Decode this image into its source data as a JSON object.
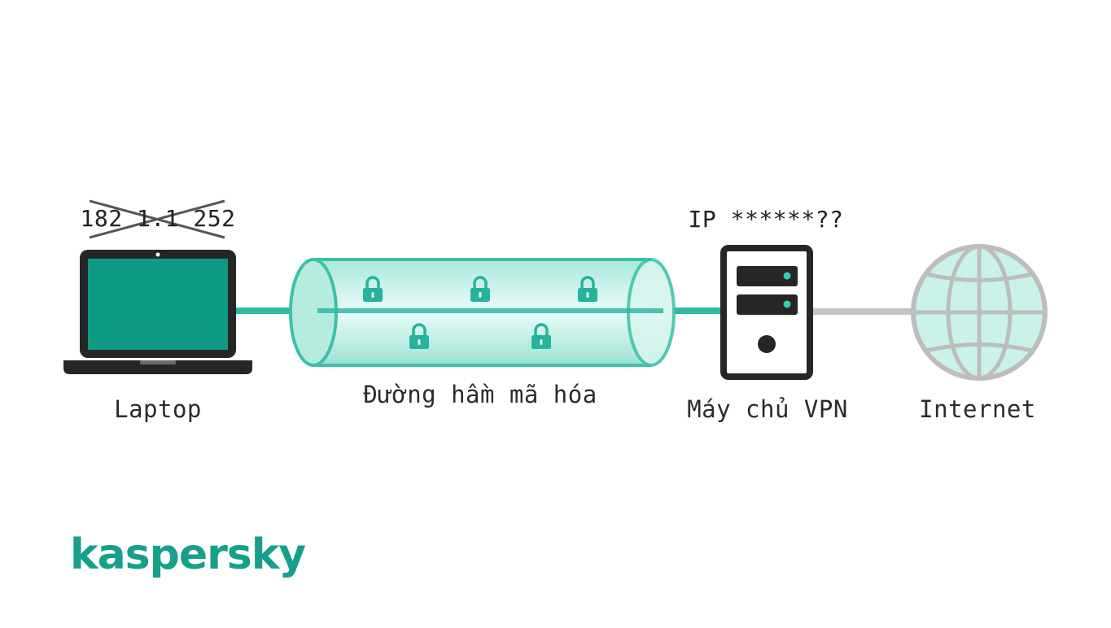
{
  "labels": {
    "laptop": "Laptop",
    "tunnel": "Đường hầm mã hóa",
    "server": "Máy chủ VPN",
    "internet": "Internet"
  },
  "ip": {
    "original_crossed": "182 1.1 252",
    "masked": "IP ******??"
  },
  "brand": {
    "logo_text": "kaspersky"
  },
  "colors": {
    "accent": "#16a08a",
    "screen": "#0f9a86",
    "tunnel_fill": "#c8f1e8",
    "dark": "#262626",
    "gray_line": "#bdbdbd",
    "globe_fill": "#c9f2e9"
  },
  "icons": [
    "laptop-icon",
    "tunnel-icon",
    "lock-icon",
    "server-icon",
    "globe-icon"
  ]
}
